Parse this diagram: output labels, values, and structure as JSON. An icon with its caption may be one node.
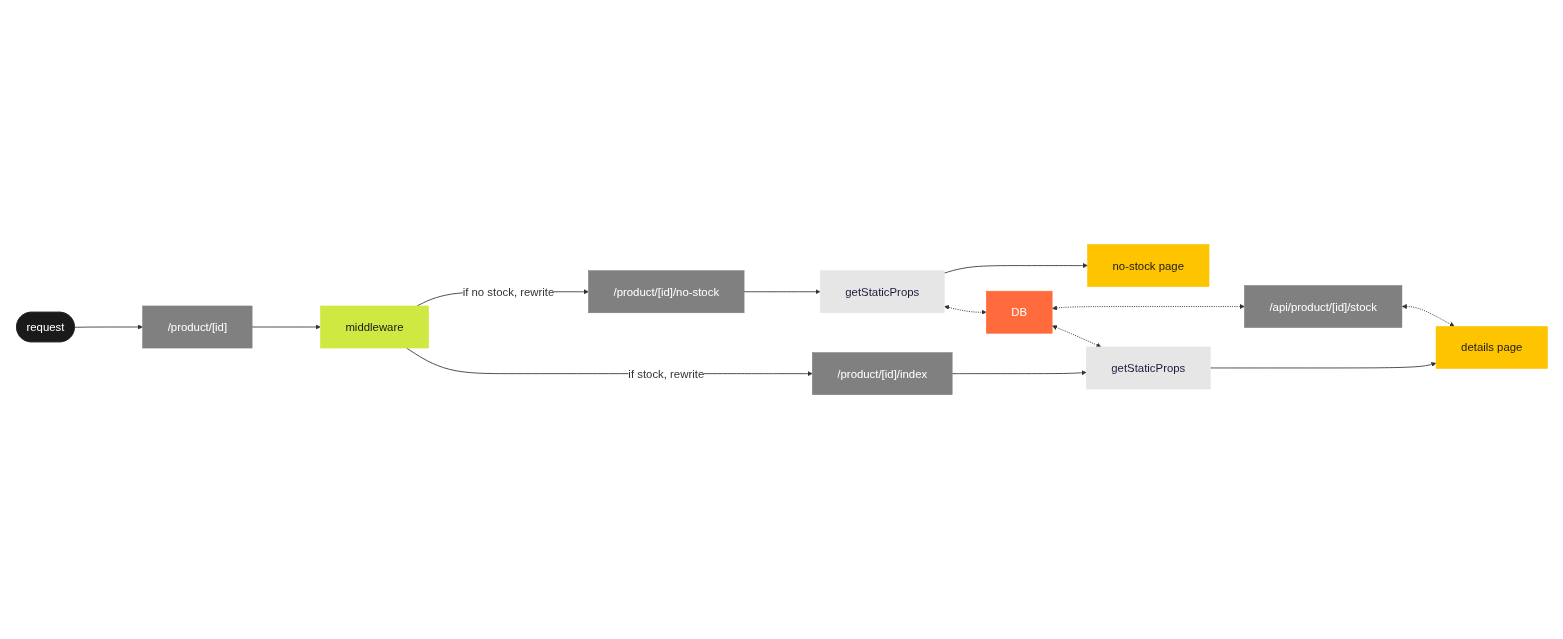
{
  "diagram": {
    "nodes": [
      {
        "text": [
          "request"
        ]
      },
      {
        "text": [
          "/product/[id]"
        ]
      },
      {
        "text": [
          "middleware"
        ]
      },
      {
        "text": [
          "/product/[id]/no-stock"
        ]
      },
      {
        "text": [
          "getStaticProps"
        ]
      },
      {
        "text": [
          "no-stock page"
        ]
      },
      {
        "text": [
          "DB"
        ]
      },
      {
        "text": [
          "/api/product/[id]/stock"
        ]
      },
      {
        "text": [
          "/product/[id]/index"
        ]
      },
      {
        "text": [
          "getStaticProps"
        ]
      },
      {
        "text": [
          "details page"
        ]
      }
    ],
    "edges": [
      {
        "from": 0,
        "to": 1,
        "arrow": "to"
      },
      {
        "from": 1,
        "to": 2,
        "arrow": "to"
      },
      {
        "from": 2,
        "to": 3,
        "arrow": "to",
        "label": "if no stock, rewrite"
      },
      {
        "from": 2,
        "to": 8,
        "arrow": "to",
        "label": "if stock, rewrite"
      },
      {
        "from": 3,
        "to": 4,
        "arrow": "to"
      },
      {
        "from": 4,
        "to": 5,
        "arrow": "to"
      },
      {
        "from": 4,
        "to": 6,
        "arrow": "both",
        "style": "dashed"
      },
      {
        "from": 6,
        "to": 7,
        "arrow": "both",
        "style": "dashed"
      },
      {
        "from": 6,
        "to": 9,
        "arrow": "both",
        "style": "dashed"
      },
      {
        "from": 7,
        "to": 10,
        "arrow": "both",
        "style": "dashed"
      },
      {
        "from": 8,
        "to": 9,
        "arrow": "to"
      },
      {
        "from": 9,
        "to": 10,
        "arrow": "to"
      }
    ]
  }
}
